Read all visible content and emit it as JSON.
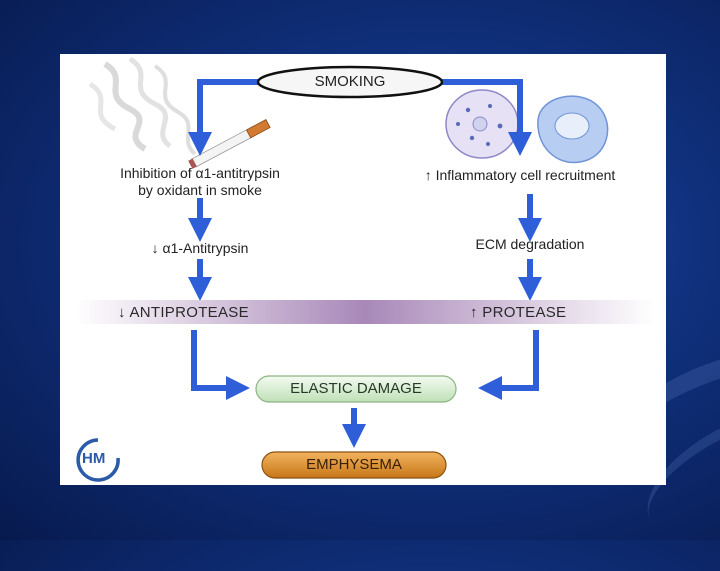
{
  "diagram": {
    "top_node": "SMOKING",
    "left": {
      "inhibition_line1": "Inhibition of α1-antitrypsin",
      "inhibition_line2": "by oxidant in smoke",
      "antitrypsin": "↓ α1-Antitrypsin",
      "antiprotease": "↓ ANTIPROTEASE"
    },
    "right": {
      "recruitment": "↑ Inflammatory cell recruitment",
      "ecm": "ECM degradation",
      "protease": "↑ PROTEASE"
    },
    "elastic_damage": "ELASTIC DAMAGE",
    "emphysema": "EMPHYSEMA",
    "logo": "HM",
    "colors": {
      "arrow": "#2f5fd8",
      "band": "#a888b8",
      "elastic_pill": "#cfe6c8",
      "emphysema_pill": "#d98a2c",
      "background": "#10307c"
    }
  }
}
